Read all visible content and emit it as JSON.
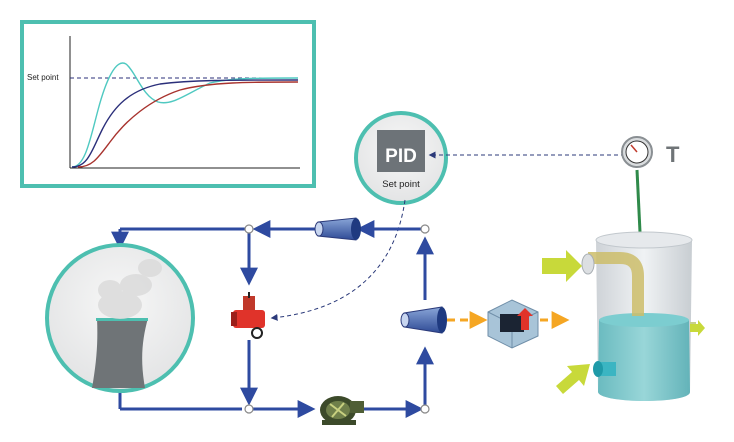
{
  "graph": {
    "setpoint_label": "Set point",
    "series_colors": {
      "fast_overshoot": "#4fc9c1",
      "medium": "#2b2f7a",
      "slow": "#a8332e"
    },
    "setpoint_line_color": "#2b2f7a"
  },
  "pid": {
    "title": "PID",
    "setpoint_label": "Set point"
  },
  "sensor": {
    "label": "T",
    "icon": "thermometer-gauge-icon"
  },
  "colors": {
    "frame_teal": "#4dbfb0",
    "pipe_blue": "#2e4aa0",
    "heat_orange": "#f5a623",
    "arrow_yellowgreen": "#c8d93a",
    "sensor_green": "#2f8a4a",
    "tower_gray": "#6f7477"
  },
  "icons": [
    "cooling-tower-icon",
    "control-valve-icon",
    "pump-icon",
    "reducer-icon",
    "heat-exchanger-icon",
    "process-vessel-icon",
    "thermometer-gauge-icon"
  ]
}
